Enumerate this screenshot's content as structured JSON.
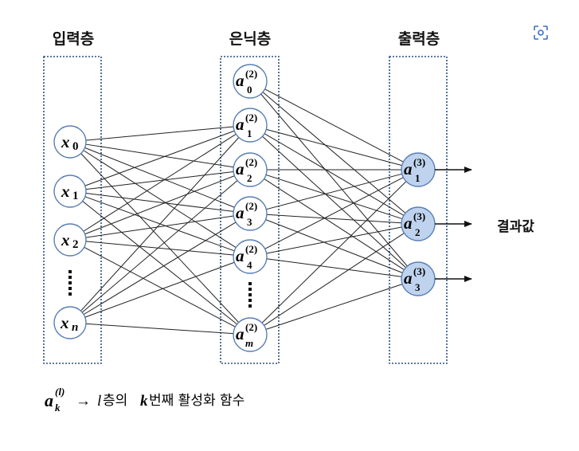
{
  "titles": {
    "input": "입력층",
    "hidden": "은닉층",
    "output": "출력층"
  },
  "result_label": "결과값",
  "nodes": {
    "input": [
      {
        "base": "x",
        "sub": "0"
      },
      {
        "base": "x",
        "sub": "1"
      },
      {
        "base": "x",
        "sub": "2"
      },
      {
        "base": "x",
        "sub": "n"
      }
    ],
    "hidden": [
      {
        "base": "a",
        "sub": "0",
        "sup": "(2)"
      },
      {
        "base": "a",
        "sub": "1",
        "sup": "(2)"
      },
      {
        "base": "a",
        "sub": "2",
        "sup": "(2)"
      },
      {
        "base": "a",
        "sub": "3",
        "sup": "(2)"
      },
      {
        "base": "a",
        "sub": "4",
        "sup": "(2)"
      },
      {
        "base": "a",
        "sub": "m",
        "sup": "(2)"
      }
    ],
    "output": [
      {
        "base": "a",
        "sub": "1",
        "sup": "(3)"
      },
      {
        "base": "a",
        "sub": "2",
        "sup": "(3)"
      },
      {
        "base": "a",
        "sub": "3",
        "sup": "(3)"
      }
    ]
  },
  "legend": {
    "base": "a",
    "sub": "k",
    "sup": "(l)",
    "arrow": "→",
    "l_var": "l",
    "text1": "층의",
    "k_var": "k",
    "text2": "번째 활성화 함수"
  },
  "colors": {
    "output_fill": "#bfd3ee",
    "output_stroke": "#5a7fb5",
    "hidden_stroke": "#5a7fb5",
    "input_stroke": "#5a7fb5",
    "box_border": "#2b4f80",
    "edge": "#222222"
  },
  "icons": {
    "expand": "expand-icon"
  }
}
